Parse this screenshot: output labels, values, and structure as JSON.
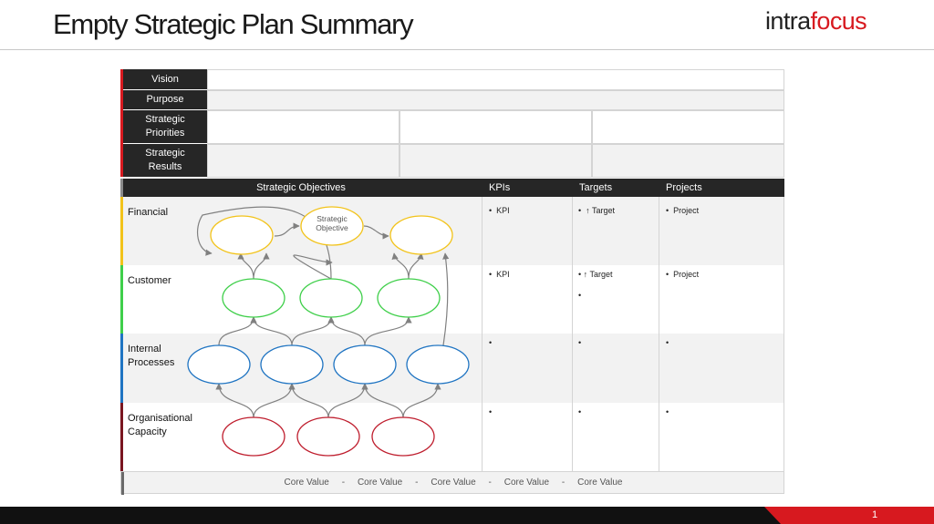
{
  "title": "Empty Strategic Plan Summary",
  "logo": {
    "part1": "intra",
    "part2": "focus"
  },
  "rows_top": {
    "vision": "Vision",
    "purpose": "Purpose",
    "strategic_priorities": "Strategic Priorities",
    "strategic_results": "Strategic Results"
  },
  "columns": {
    "objectives": "Strategic Objectives",
    "kpis": "KPIs",
    "targets": "Targets",
    "projects": "Projects"
  },
  "perspectives": [
    {
      "label": "Financial",
      "color": "#f2c31a",
      "kpis": [
        "KPI"
      ],
      "targets": [
        "↑  Target"
      ],
      "projects": [
        "Project"
      ]
    },
    {
      "label": "Customer",
      "color": "#3fcf4a",
      "kpis": [
        "KPI"
      ],
      "targets": [
        "↑ Target",
        ""
      ],
      "projects": [
        "Project"
      ]
    },
    {
      "label": "Internal Processes",
      "color": "#1f74c2",
      "kpis": [
        ""
      ],
      "targets": [
        ""
      ],
      "projects": [
        ""
      ]
    },
    {
      "label": "Organisational Capacity",
      "color": "#bf1e2e",
      "kpis": [
        ""
      ],
      "targets": [
        ""
      ],
      "projects": [
        ""
      ]
    }
  ],
  "objective_label": "Strategic Objective",
  "core_values": "Core Value     -     Core Value     -     Core Value     -     Core Value     -     Core Value",
  "page_number": "1",
  "colors": {
    "accent": "#d7191f",
    "header_dark": "#262626",
    "row_shade": "#f2f2f2",
    "arrow": "#808080"
  }
}
